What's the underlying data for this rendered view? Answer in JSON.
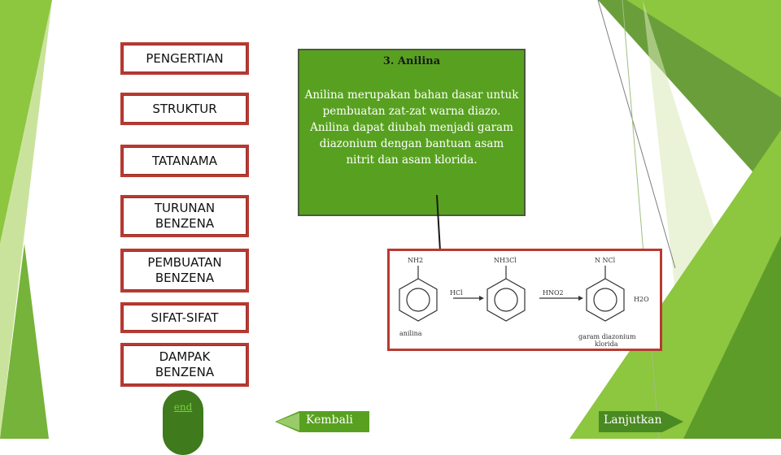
{
  "nav": {
    "items": [
      {
        "label": "PENGERTIAN"
      },
      {
        "label": "STRUKTUR"
      },
      {
        "label": "TATANAMA"
      },
      {
        "label": "TURUNAN BENZENA"
      },
      {
        "label": "PEMBUATAN BENZENA"
      },
      {
        "label": "SIFAT-SIFAT"
      },
      {
        "label": "DAMPAK BENZENA"
      }
    ]
  },
  "info": {
    "title": "3. Anilina",
    "body": "Anilina merupakan bahan dasar untuk pembuatan zat-zat warna diazo. Anilina dapat diubah menjadi garam diazonium dengan bantuan asam nitrit dan asam klorida."
  },
  "reaction": {
    "group1": "NH2",
    "group2": "NH3Cl",
    "group3": "N NCl",
    "reagent1": "HCl",
    "reagent2": "HNO2",
    "byproduct": "H2O",
    "name1": "anilina",
    "name3a": "garam diazonium",
    "name3b": "klorida"
  },
  "footer": {
    "end_label": "end",
    "back_label": "Kembali",
    "next_label": "Lanjutkan"
  },
  "colors": {
    "accent_green": "#58a120",
    "light_green": "#8dc63f",
    "border_red": "#b83a32"
  }
}
